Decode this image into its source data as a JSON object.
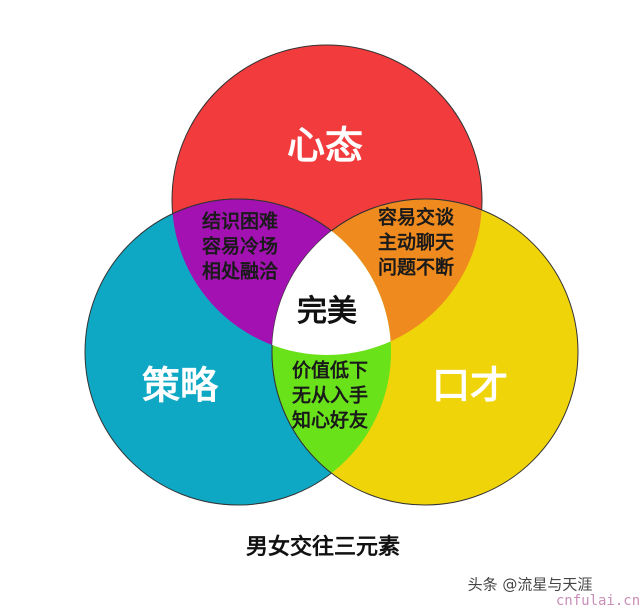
{
  "diagram": {
    "circles": [
      {
        "label": "心态",
        "color": "#f23b3d"
      },
      {
        "label": "策略",
        "color": "#0fa8c4"
      },
      {
        "label": "口才",
        "color": "#f0d40a"
      }
    ],
    "overlaps": {
      "mindset_strategy": {
        "lines": [
          "结识困难",
          "容易冷场",
          "相处融洽"
        ],
        "color": "#a311b3"
      },
      "mindset_eloquence": {
        "lines": [
          "容易交谈",
          "主动聊天",
          "问题不断"
        ],
        "color": "#ef8a1e"
      },
      "strategy_eloquence": {
        "lines": [
          "价值低下",
          "无从入手",
          "知心好友"
        ],
        "color": "#6ae21a"
      },
      "all": {
        "label": "完美",
        "color": "#ffffff"
      }
    },
    "title": "男女交往三元素"
  },
  "watermark": {
    "author": "头条 @流星与天涯",
    "site": "cnfulai.cn"
  }
}
